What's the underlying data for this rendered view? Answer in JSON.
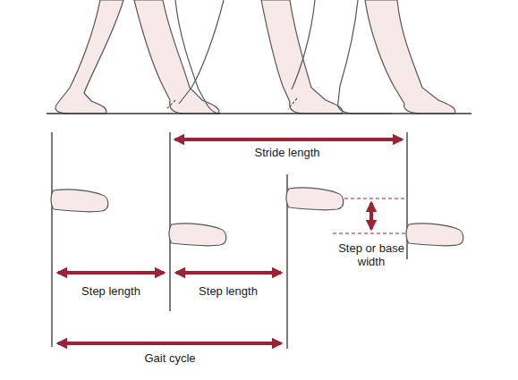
{
  "diagram": {
    "labels": [
      "Stride length",
      "Step length",
      "Step length",
      "Step or base width",
      "Gait cycle"
    ]
  }
}
